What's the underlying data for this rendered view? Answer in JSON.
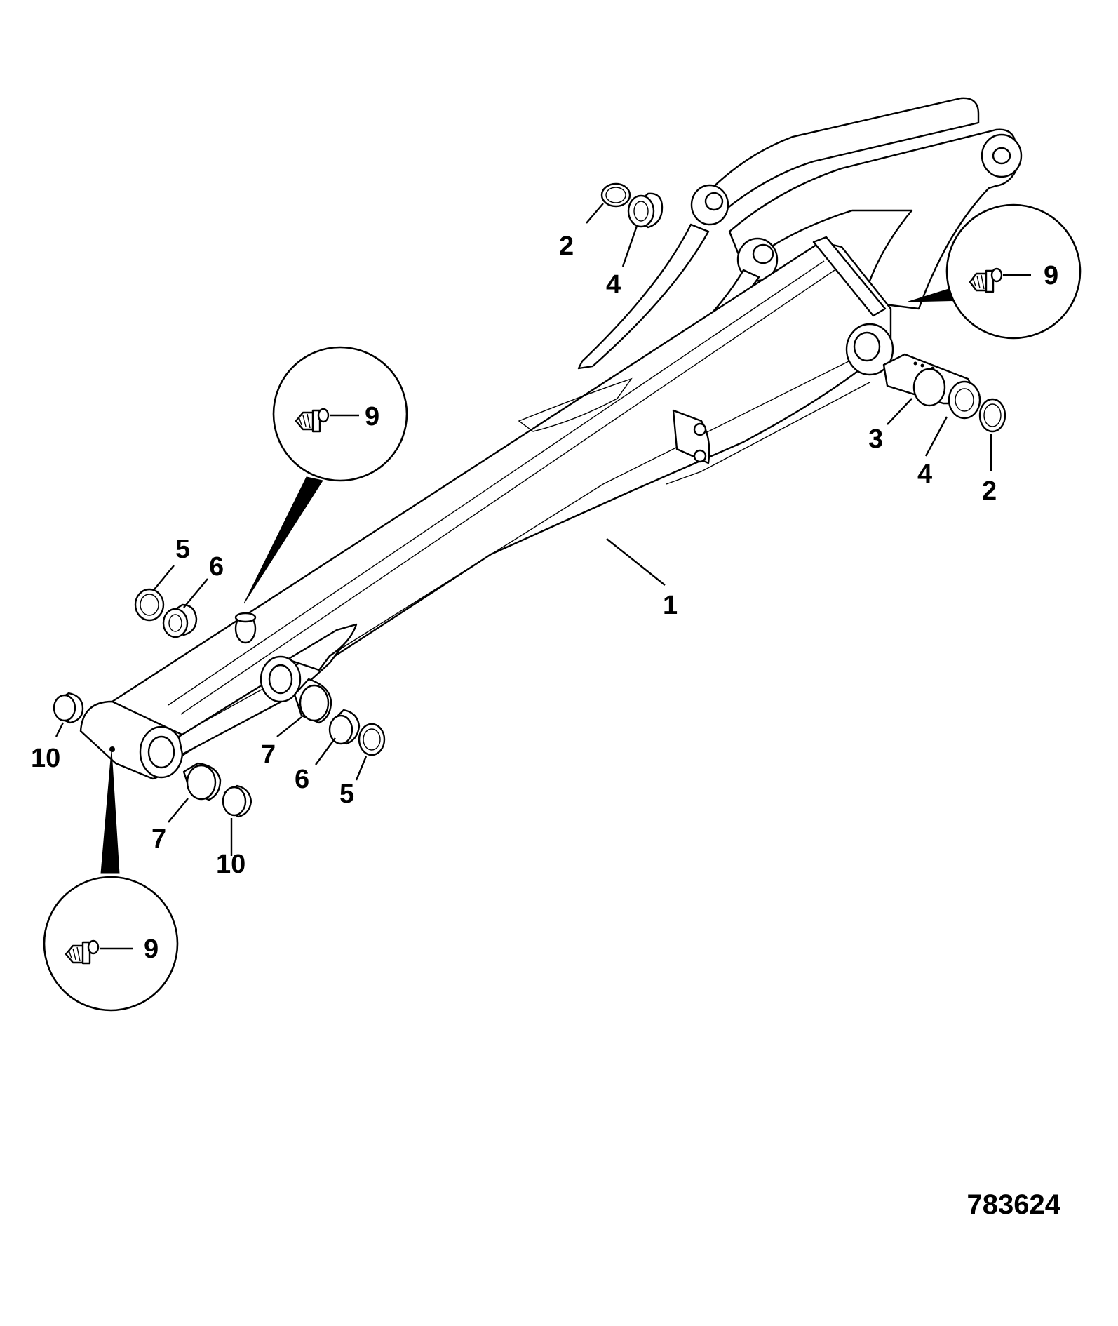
{
  "drawing_number": "783624",
  "labels": {
    "boom": "1",
    "ring_seal": "2",
    "bush_large": "3",
    "bush_top": "4",
    "seal_ring": "5",
    "spacer": "6",
    "bush_small": "7",
    "grease_nipple": "9",
    "washer": "10"
  }
}
